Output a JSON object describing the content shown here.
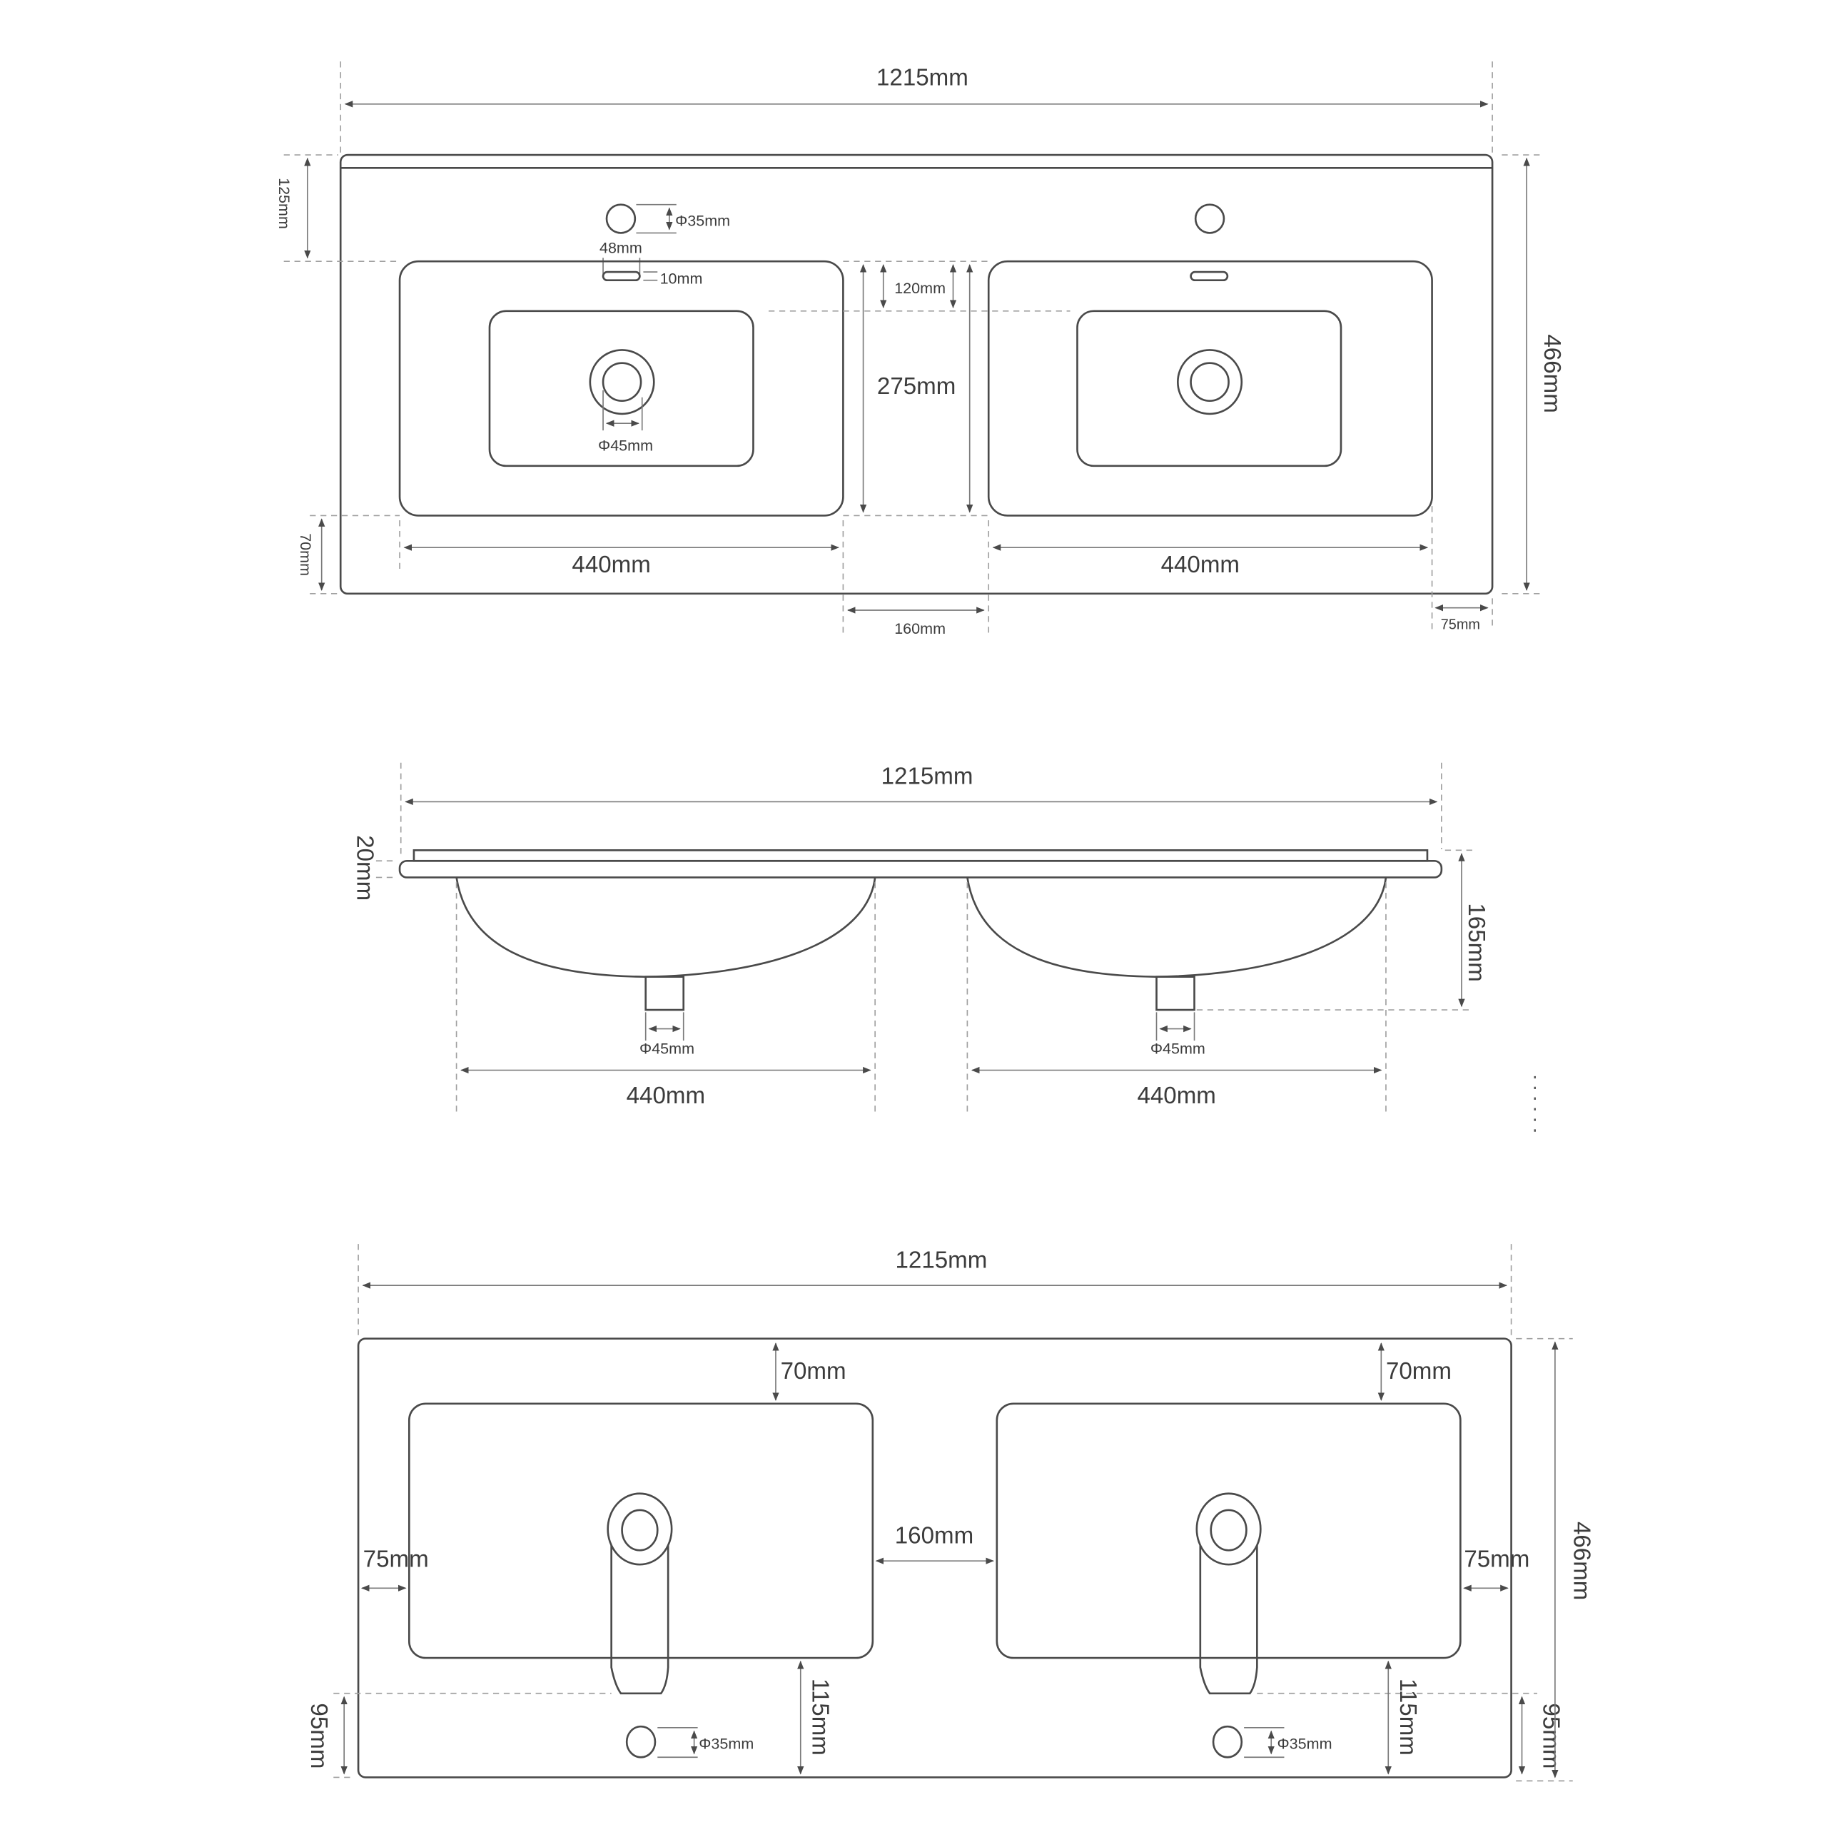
{
  "title": "Double vanity basin technical dimension drawing",
  "colors": {
    "line": "#4a4a4a",
    "dimension": "#7a7a7a",
    "extension": "#a0a0a0",
    "text": "#3c3c3c",
    "background": "#ffffff"
  },
  "top_view": {
    "overall_width": "1215mm",
    "overall_depth": "466mm",
    "back_to_basin": "125mm",
    "tap_hole": "Φ35mm",
    "overflow_width": "48mm",
    "overflow_height": "10mm",
    "basin_to_drain_plateau": "120mm",
    "basin_depth": "275mm",
    "front_margin": "70mm",
    "basin_width_left": "440mm",
    "basin_width_right": "440mm",
    "drain": "Φ45mm",
    "gap_between_basins": "160mm",
    "side_margin": "75mm"
  },
  "side_view": {
    "overall_width": "1215mm",
    "rim_thickness": "20mm",
    "total_height": "165mm",
    "waste_left": "Φ45mm",
    "waste_right": "Φ45mm",
    "basin_width_left": "440mm",
    "basin_width_right": "440mm"
  },
  "bottom_view": {
    "overall_width": "1215mm",
    "overall_depth": "466mm",
    "back_margin_left": "70mm",
    "back_margin_right": "70mm",
    "side_margin_left": "75mm",
    "side_margin_right": "75mm",
    "gap_between_basins": "160mm",
    "front_to_basin_left": "115mm",
    "front_to_basin_right": "115mm",
    "front_to_trap_left": "95mm",
    "front_to_trap_right": "95mm",
    "tap_hole_left": "Φ35mm",
    "tap_hole_right": "Φ35mm"
  }
}
